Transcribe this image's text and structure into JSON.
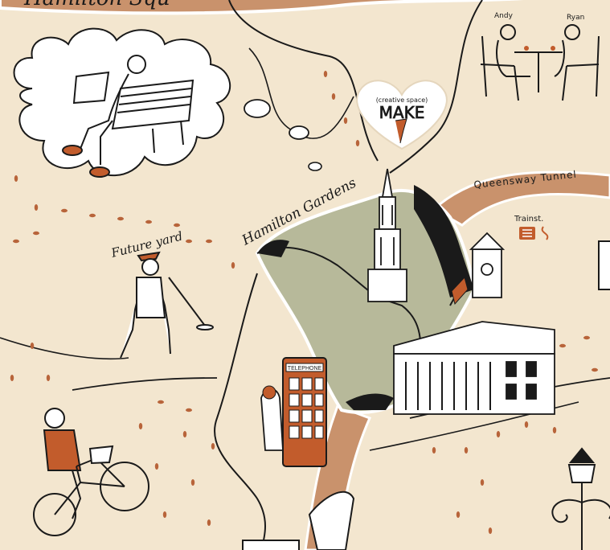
{
  "map": {
    "labels": {
      "top_square": "Hamilton Squ",
      "top_right_fragment": "...",
      "gardens": "Hamilton Gardens",
      "tunnel": "Queensway Tunnel",
      "future_yard": "Future yard",
      "make_small": "(creative space)",
      "make_big": "MAKE",
      "station": "Trainst.",
      "telephone": "TELEPHONE",
      "cafe_person_1": "Andy",
      "cafe_person_2": "Ryan"
    },
    "colors": {
      "background": "#f3e6cf",
      "road": "#c9926c",
      "road_dark": "#b57a55",
      "park": "#b7b99a",
      "ink": "#1a1a1a",
      "accent_orange": "#c25c2c",
      "dots": "#b8643a",
      "white": "#ffffff"
    },
    "icons": [
      "thought-cloud-icon",
      "bench-icon",
      "singer-icon",
      "cyclist-icon",
      "telephone-box-icon",
      "monument-spire-icon",
      "town-hall-icon",
      "cafe-table-icon",
      "heart-make-icon",
      "rail-sign-icon",
      "street-lamp-icon"
    ]
  }
}
